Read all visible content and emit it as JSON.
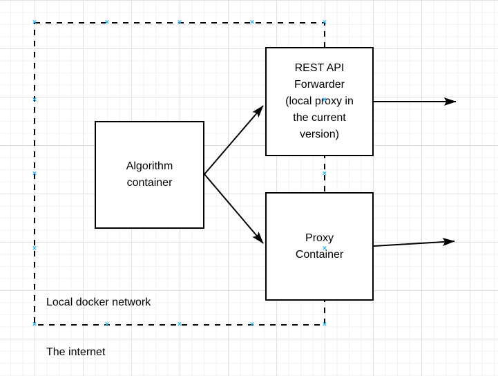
{
  "diagram": {
    "nodes": {
      "algorithm": {
        "label": "Algorithm\ncontainer"
      },
      "rest_api": {
        "label": "REST API\nForwarder\n(local proxy in\nthe current\nversion)"
      },
      "proxy": {
        "label": "Proxy\nContainer"
      }
    },
    "labels": {
      "network": "Local docker network",
      "internet": "The internet"
    },
    "icons": {
      "connection_point": "connection-point-x-icon",
      "connection_point_glyph": "×"
    },
    "colors": {
      "stroke": "#000000",
      "node_fill": "#ffffff",
      "text": "#000000",
      "connection_point": "#29b6f2",
      "grid_minor": "#f2f2f2",
      "grid_major": "#e0e0e0"
    }
  }
}
